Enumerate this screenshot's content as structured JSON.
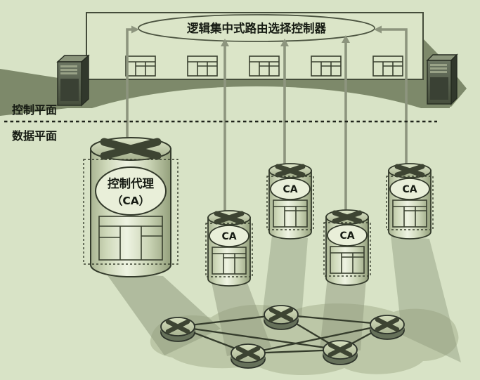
{
  "figure": {
    "controller_label": "逻辑集中式路由选择控制器",
    "control_plane_label": "控制平面",
    "data_plane_label": "数据平面",
    "main_agent": {
      "line1": "控制代理",
      "line2": "（CA）"
    },
    "agent_abbr": "CA"
  },
  "colors": {
    "background": "#d8e3c6",
    "outline": "#39402f",
    "connector_arrow": "#8d957e",
    "shadow_band": "#7d896a",
    "beam": "#8f9a7d",
    "network_cloud": "#b3bd9c",
    "text": "#161b13"
  },
  "topology": {
    "control_plane": {
      "controllers": 1,
      "routing_table_icons": 5,
      "server_icons": 2
    },
    "data_plane": {
      "agent_cylinders": 5,
      "routers": 5,
      "links": [
        [
          1,
          2
        ],
        [
          1,
          3
        ],
        [
          1,
          4
        ],
        [
          2,
          4
        ],
        [
          2,
          5
        ],
        [
          3,
          4
        ],
        [
          3,
          5
        ],
        [
          4,
          5
        ]
      ]
    }
  }
}
